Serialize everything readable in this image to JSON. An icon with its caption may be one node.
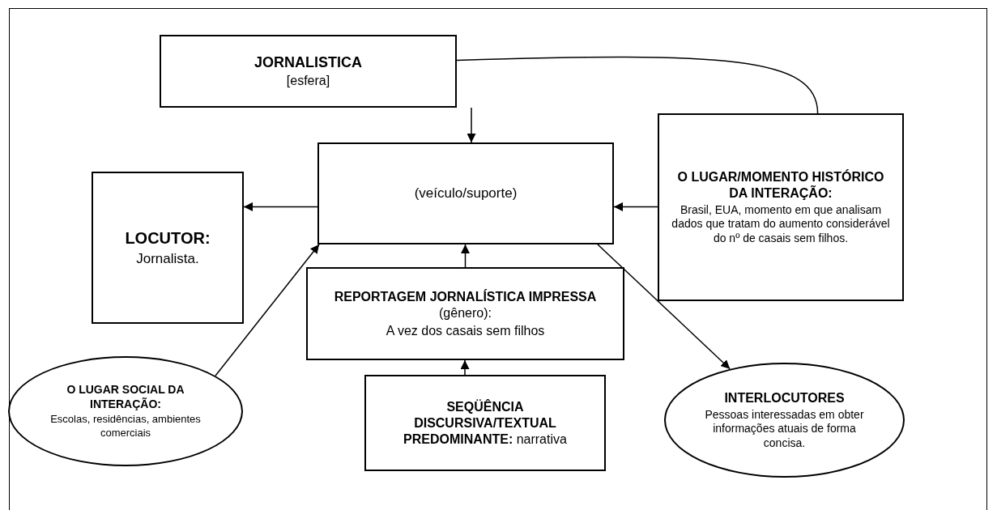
{
  "diagram": {
    "nodes": [
      {
        "text": [
          "JORNALISTICA",
          "[esfera]"
        ]
      },
      {
        "text": [
          "(veículo/suporte)"
        ]
      },
      {
        "text": [
          "LOCUTOR:",
          "Jornalista."
        ]
      },
      {
        "text": [
          "O LUGAR/MOMENTO HISTÓRICO DA INTERAÇÃO:",
          "Brasil, EUA, momento em que analisam dados que tratam do aumento considerável do nº de casais sem filhos."
        ]
      },
      {
        "text": [
          "**REPORTAGEM JORNALÍSTICA IMPRESSA** (gênero):",
          "A vez dos casais sem filhos"
        ]
      },
      {
        "text": [
          "O LUGAR SOCIAL DA INTERAÇÃO:",
          "Escolas, residências, ambientes comerciais"
        ]
      },
      {
        "text": [
          "**SEQÜÊNCIA DISCURSIVA/TEXTUAL PREDOMINANTE:** narrativa"
        ]
      },
      {
        "text": [
          "INTERLOCUTORES",
          "Pessoas interessadas em obter informações atuais de forma concisa."
        ]
      }
    ],
    "edges": [
      {
        "from": 0,
        "to": 1,
        "arrow": "to"
      },
      {
        "from": 0,
        "to": 3,
        "arrow": "none"
      },
      {
        "from": 1,
        "to": 2,
        "arrow": "to"
      },
      {
        "from": 3,
        "to": 1,
        "arrow": "to"
      },
      {
        "from": 4,
        "to": 1,
        "arrow": "to"
      },
      {
        "from": 5,
        "to": 1,
        "arrow": "to"
      },
      {
        "from": 1,
        "to": 7,
        "arrow": "to"
      },
      {
        "from": 6,
        "to": 4,
        "arrow": "to"
      }
    ]
  }
}
